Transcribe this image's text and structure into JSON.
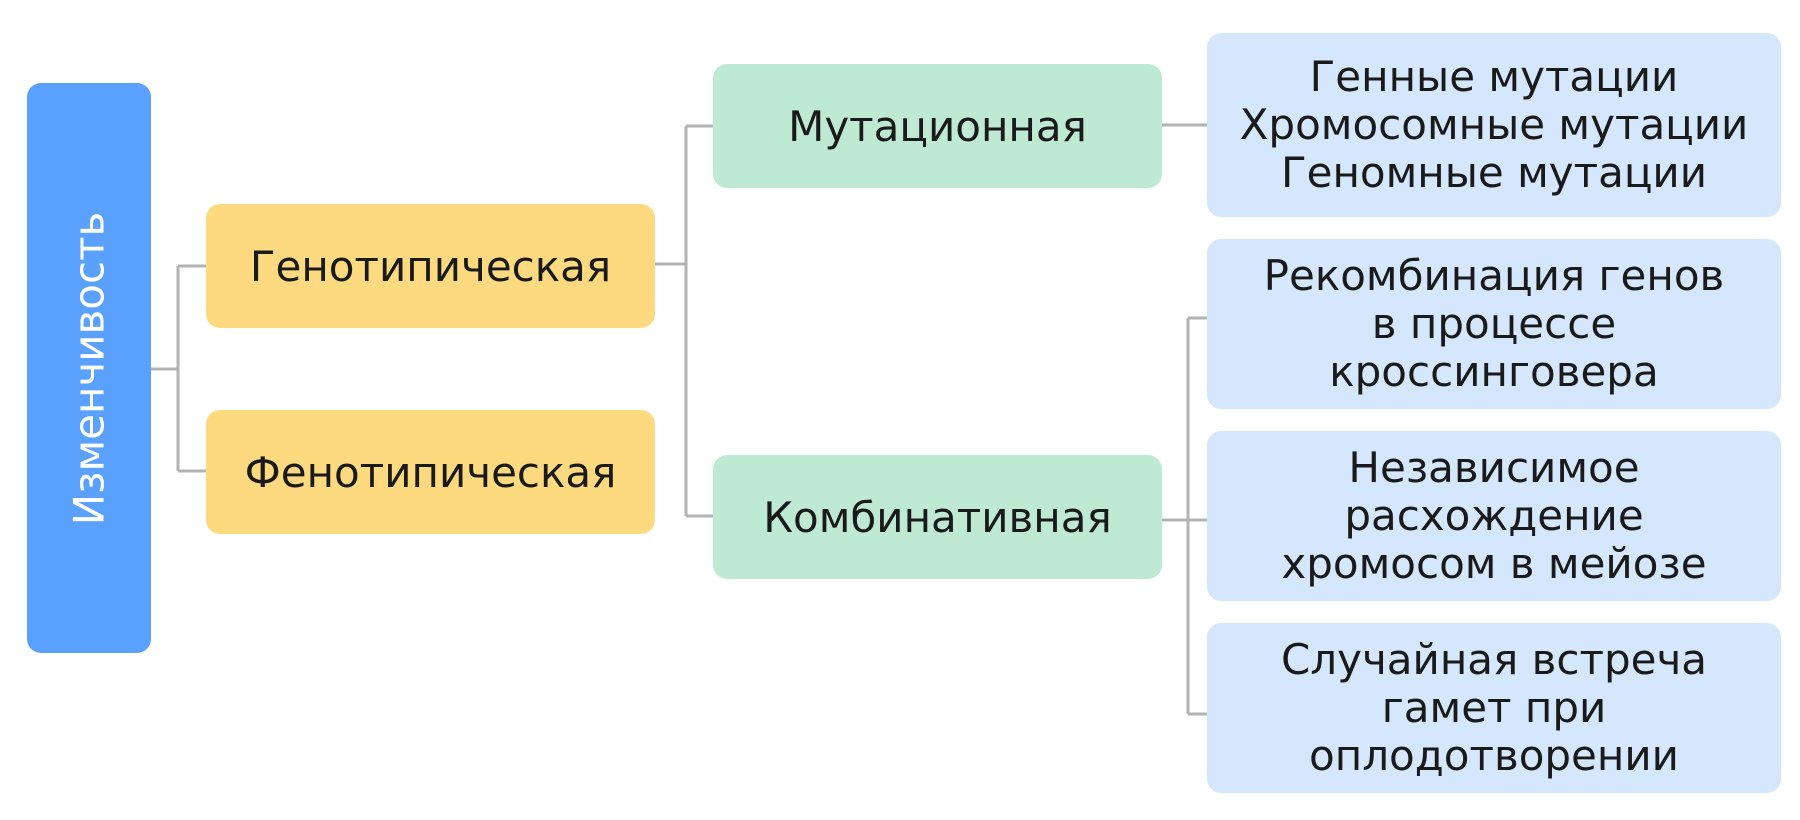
{
  "root": {
    "label": "Изменчивость",
    "color": "#59a1fd"
  },
  "level1": [
    {
      "label": "Генотипическая",
      "color": "#fdda7f"
    },
    {
      "label": "Фенотипическая",
      "color": "#fdda7f"
    }
  ],
  "level2": [
    {
      "label": "Мутационная",
      "color": "#beead4"
    },
    {
      "label": "Комбинативная",
      "color": "#beead4"
    }
  ],
  "mutation_types": {
    "lines": [
      "Генные мутации",
      "Хромосомные мутации",
      "Геномные мутации"
    ]
  },
  "combinative_sources": [
    {
      "lines": [
        "Рекомбинация генов",
        "в процессе",
        "кроссинговера"
      ]
    },
    {
      "lines": [
        "Независимое",
        "расхождение",
        "хромосом в мейозе"
      ]
    },
    {
      "lines": [
        "Случайная встреча",
        "гамет при",
        "оплодотворении"
      ]
    }
  ],
  "colors": {
    "connector": "#b3b3b3",
    "leaf": "#d4e7fd"
  }
}
